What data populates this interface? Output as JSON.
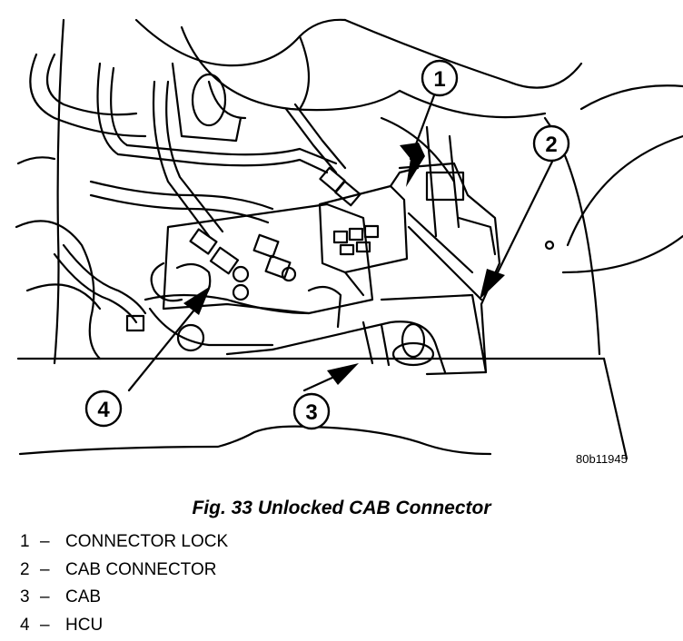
{
  "figure": {
    "image_id": "80b11945",
    "callouts": [
      {
        "id": "1",
        "label": "1"
      },
      {
        "id": "2",
        "label": "2"
      },
      {
        "id": "3",
        "label": "3"
      },
      {
        "id": "4",
        "label": "4"
      }
    ]
  },
  "caption": "Fig. 33 Unlocked CAB Connector",
  "legend": [
    {
      "number": "1",
      "separator": "–",
      "text": "CONNECTOR LOCK"
    },
    {
      "number": "2",
      "separator": "–",
      "text": "CAB CONNECTOR"
    },
    {
      "number": "3",
      "separator": "–",
      "text": "CAB"
    },
    {
      "number": "4",
      "separator": "–",
      "text": "HCU"
    }
  ]
}
